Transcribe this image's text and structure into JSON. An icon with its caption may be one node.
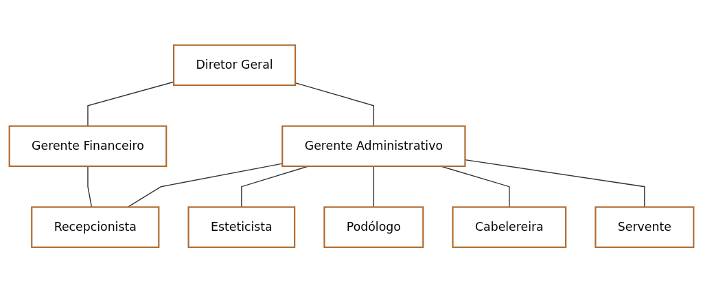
{
  "diagram": {
    "nodes": [
      {
        "text": [
          "Diretor Geral"
        ]
      },
      {
        "text": [
          "Gerente Financeiro"
        ]
      },
      {
        "text": [
          "Gerente Administrativo"
        ]
      },
      {
        "text": [
          "Recepcionista"
        ]
      },
      {
        "text": [
          "Esteticista"
        ]
      },
      {
        "text": [
          "Podólogo"
        ]
      },
      {
        "text": [
          "Cabelereira"
        ]
      },
      {
        "text": [
          "Servente"
        ]
      }
    ],
    "edges": [
      {
        "from": 0,
        "to": 1,
        "arrow": "none"
      },
      {
        "from": 0,
        "to": 2,
        "arrow": "none"
      },
      {
        "from": 1,
        "to": 3,
        "arrow": "none"
      },
      {
        "from": 2,
        "to": 3,
        "arrow": "none"
      },
      {
        "from": 2,
        "to": 4,
        "arrow": "none"
      },
      {
        "from": 2,
        "to": 5,
        "arrow": "none"
      },
      {
        "from": 2,
        "to": 6,
        "arrow": "none"
      },
      {
        "from": 2,
        "to": 7,
        "arrow": "none"
      }
    ]
  }
}
